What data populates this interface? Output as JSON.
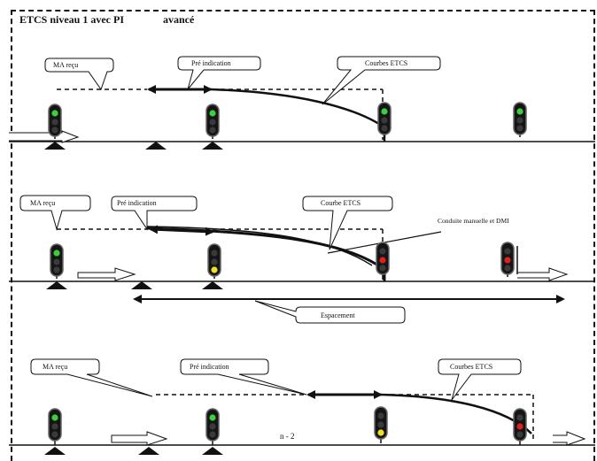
{
  "title": {
    "main": "ETCS niveau 1 avec PI",
    "suffix": "avancé"
  },
  "scenario1": {
    "ma_label": "MA reçu",
    "pre_label": "Pré indication",
    "curve_label": "Courbes ETCS"
  },
  "scenario2": {
    "ma_label": "MA reçu",
    "pre_label": "Pré indication",
    "curve_label": "Courbe ETCS",
    "driver_label": "Conduite manuelle et DMI",
    "spacing_label": "Espacement"
  },
  "scenario3": {
    "ma_label": "MA reçu",
    "pre_label": "Pré indication",
    "curve_label": "Courbes ETCS",
    "n_label": "n - 2"
  },
  "colors": {
    "green": "#3ccf3c",
    "yellow": "#f0e020",
    "red": "#e02020",
    "off": "#3a3a3a"
  }
}
